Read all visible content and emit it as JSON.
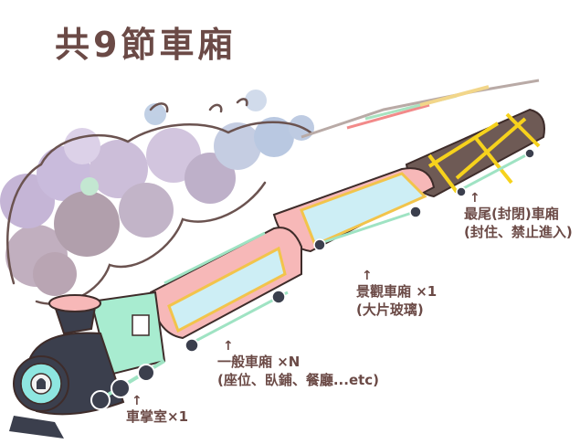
{
  "title": "共9節車廂",
  "colors": {
    "text": "#6b4a46",
    "outline": "#3e2c2a",
    "locomotive_body": "#3b3f4d",
    "cab_green": "#a8ecd0",
    "car_pink": "#f7b8b8",
    "frame_gold": "#f2c44b",
    "glass": "#cdeef5",
    "last_car_brown": "#6e5a55",
    "rope_yellow": "#f6d21c",
    "rod_green": "#9fe3c3",
    "smoke_purple": "#b9a6c9",
    "smoke_blue": "#a9bcd6"
  },
  "labels": {
    "last_car": {
      "arrow": "↑",
      "line1": "最尾(封閉)車廂",
      "line2": "(封住、禁止進入)"
    },
    "observation_car": {
      "arrow": "↑",
      "line1": "景觀車廂 ×1",
      "line2": "(大片玻璃)"
    },
    "regular_car": {
      "arrow": "↑",
      "line1": "一般車廂 ×N",
      "line2": "(座位、臥鋪、餐廳...etc)"
    },
    "cab": {
      "arrow": "↑",
      "line1": "車掌室×1"
    }
  }
}
